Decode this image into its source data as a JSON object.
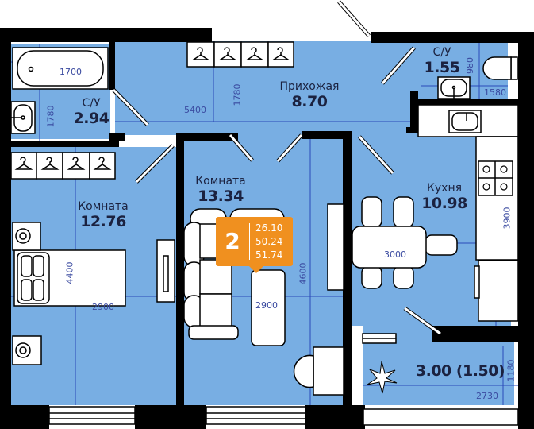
{
  "plan": {
    "colors": {
      "floor": "#78aee3",
      "wall": "#000000",
      "dimension_line": "#2a49b8",
      "dimension_text": "#3a4aa0",
      "label_text": "#1b2240",
      "badge": "#f0901f",
      "furniture": "#ffffff"
    },
    "rooms": [
      {
        "id": "bathroom-1",
        "name": "С/У",
        "area": "2.94"
      },
      {
        "id": "hallway",
        "name": "Прихожая",
        "area": "8.70"
      },
      {
        "id": "bathroom-2",
        "name": "С/У",
        "area": "1.55"
      },
      {
        "id": "room-left",
        "name": "Комната",
        "area": "12.76"
      },
      {
        "id": "room-middle",
        "name": "Комната",
        "area": "13.34"
      },
      {
        "id": "kitchen",
        "name": "Кухня",
        "area": "10.98"
      },
      {
        "id": "balcony",
        "name": "",
        "area": "3.00 (1.50)"
      }
    ],
    "dimensions": {
      "bathtub_length": "1700",
      "bathroom1_width": "1780",
      "hallway_length": "5400",
      "hallway_width": "1780",
      "bathroom2_height": "980",
      "bathroom2_width": "1580",
      "room_left_length": "4400",
      "room_left_width": "2900",
      "room_middle_length": "4600",
      "room_middle_width": "2900",
      "kitchen_width": "3000",
      "kitchen_length": "3900",
      "balcony_depth": "1180",
      "balcony_width": "2730"
    },
    "badge": {
      "rooms_count": "2",
      "living_area": "26.10",
      "total_area": "50.24",
      "total_area_with_balcony": "51.74"
    },
    "icons": {
      "hanger": "hanger-icon",
      "stove": "stove-burner-icon",
      "plant": "plant-icon",
      "sink": "sink-icon",
      "toilet": "toilet-icon",
      "bathtub": "bathtub-icon",
      "washing_machine": "washing-machine-icon"
    }
  }
}
